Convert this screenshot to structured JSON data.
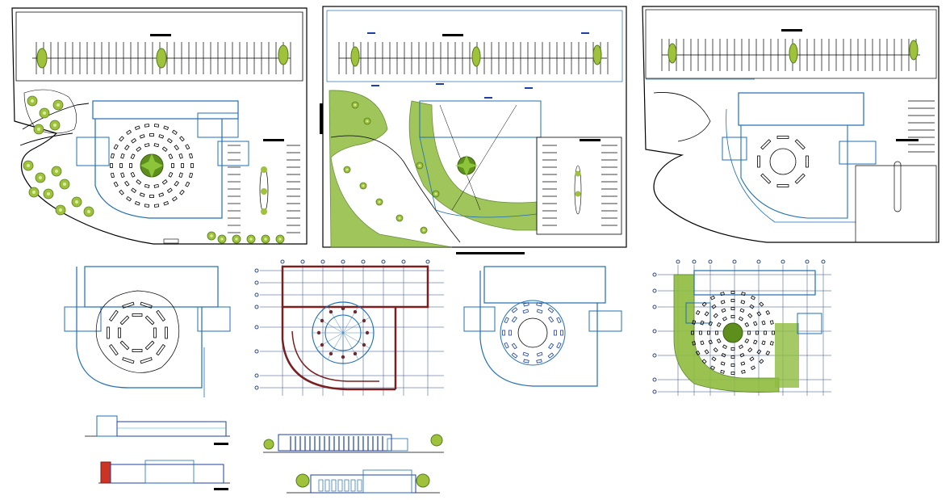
{
  "sheet": {
    "title": "",
    "labels": [],
    "colors": {
      "background": "#ffffff",
      "outline": "#000000",
      "wall_blue": "#1f6fb5",
      "accent_cyan": "#1aa3c8",
      "section_blue": "#1d3fa8",
      "landscape_green": "#8fbc3f",
      "tree_dark": "#4f7d1a",
      "brick_red": "#7a1f1f",
      "axis_gray": "#2b4a8a"
    }
  },
  "drawings": [
    {
      "name": "site-plan-option-a",
      "kind": "site plan with parking and circular courtyard"
    },
    {
      "name": "site-plan-option-b",
      "kind": "site plan with landscaped wedge and plaza"
    },
    {
      "name": "site-plan-option-c",
      "kind": "site plan with parking and curved building"
    },
    {
      "name": "floor-plan-furniture",
      "kind": "floor plan with radial seating"
    },
    {
      "name": "structural-grid-plan",
      "kind": "structural grid and column plan"
    },
    {
      "name": "floor-plan-circular-hall",
      "kind": "floor plan with circular hall"
    },
    {
      "name": "landscaped-floor-plan",
      "kind": "floor plan with landscaping"
    },
    {
      "name": "elevation-1",
      "kind": "building elevation"
    },
    {
      "name": "elevation-2",
      "kind": "building elevation"
    },
    {
      "name": "elevation-3",
      "kind": "building elevation"
    },
    {
      "name": "elevation-4",
      "kind": "building elevation"
    }
  ]
}
